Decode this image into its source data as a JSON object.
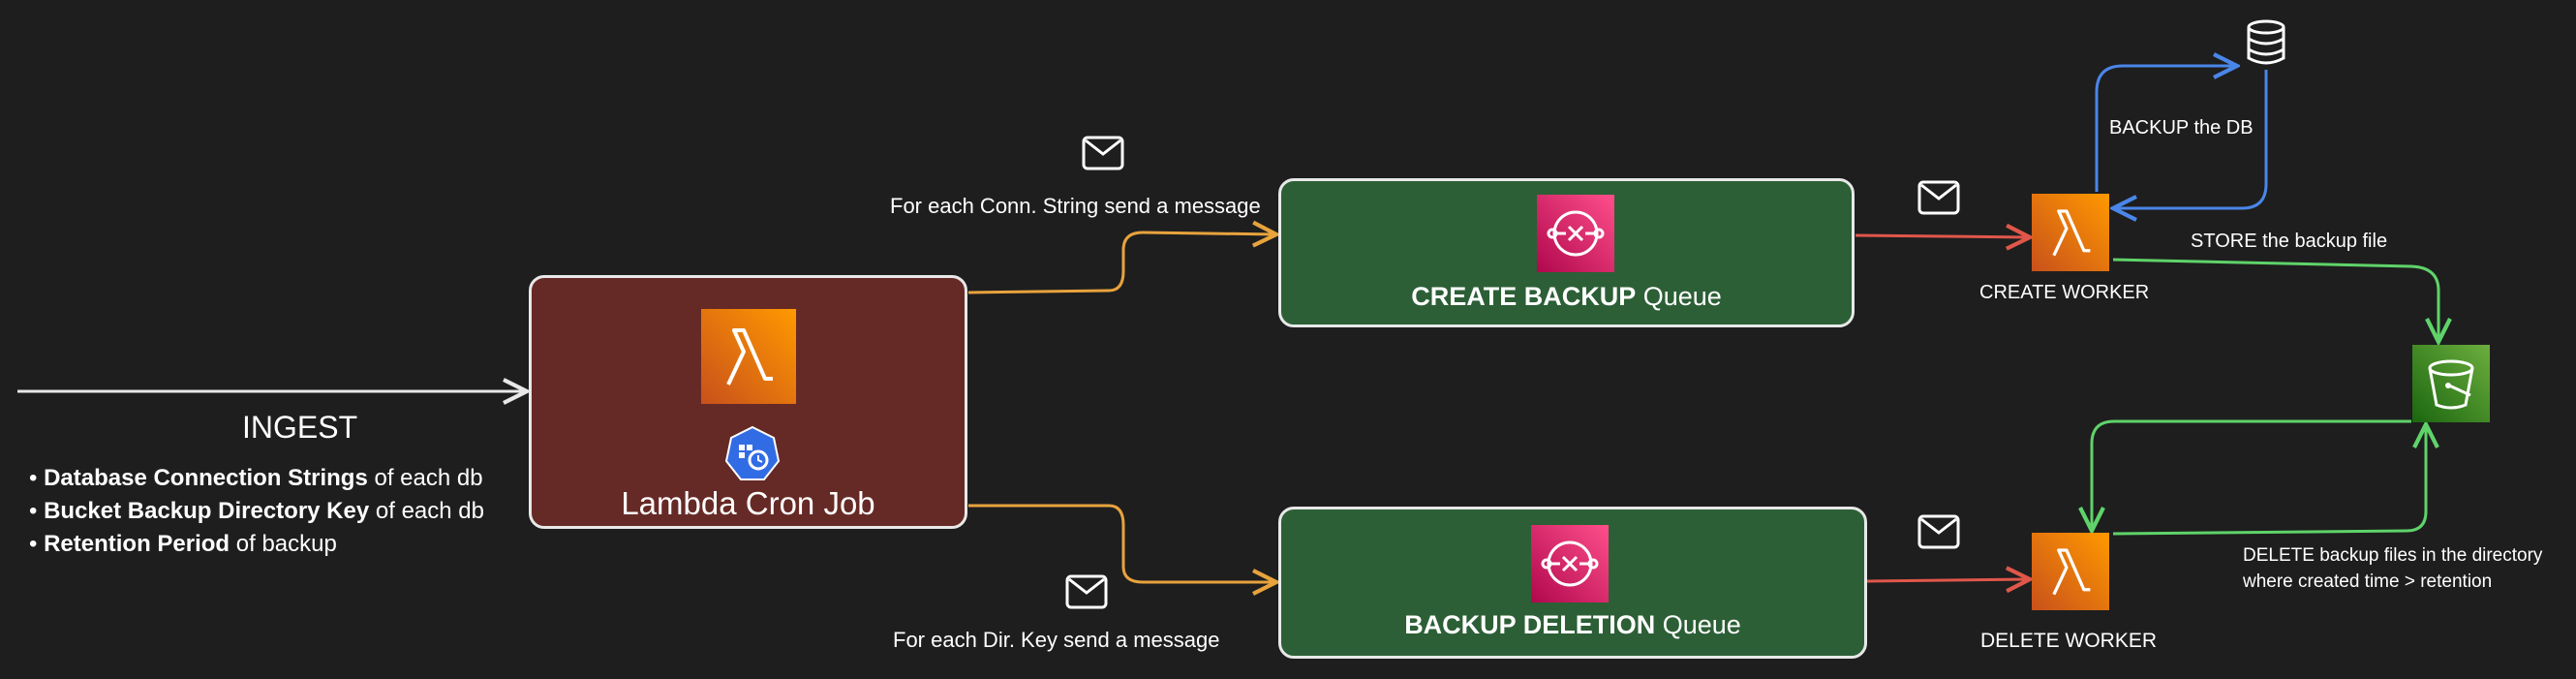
{
  "ingest": {
    "title": "INGEST",
    "items": [
      {
        "bold": "Database Connection Strings",
        "rest": " of each db"
      },
      {
        "bold": "Bucket Backup Directory Key",
        "rest": " of each db"
      },
      {
        "bold": "Retention Period",
        "rest": " of backup"
      }
    ]
  },
  "cron": {
    "label": "Lambda Cron Job"
  },
  "create_queue": {
    "bold": "CREATE BACKUP",
    "rest": " Queue"
  },
  "delete_queue": {
    "bold": "BACKUP DELETION",
    "rest": " Queue"
  },
  "edges": {
    "conn_message": "For each Conn. String send a message",
    "dir_message": "For each Dir. Key send a message",
    "backup_db": "BACKUP the DB",
    "store_file": "STORE the backup file",
    "delete_line1": "DELETE backup files in the directory",
    "delete_line2": "where created time > retention"
  },
  "workers": {
    "create": "CREATE WORKER",
    "delete": "DELETE WORKER"
  },
  "colors": {
    "background": "#1e1e1e",
    "cron_box": "#662a26",
    "queue_box": "#2c5f36",
    "orange_arrow": "#e8a33d",
    "red_arrow": "#e0574a",
    "blue_arrow": "#4a86e8",
    "green_arrow": "#5fd36a",
    "lambda_orange": "#ed7100",
    "sqs_pink": "#e7157b",
    "s3_green": "#3f8624",
    "k8s_blue": "#326ce5"
  },
  "icons": [
    "lambda-icon",
    "cronjob-icon",
    "sqs-icon",
    "s3-bucket-icon",
    "database-icon",
    "envelope-icon"
  ]
}
